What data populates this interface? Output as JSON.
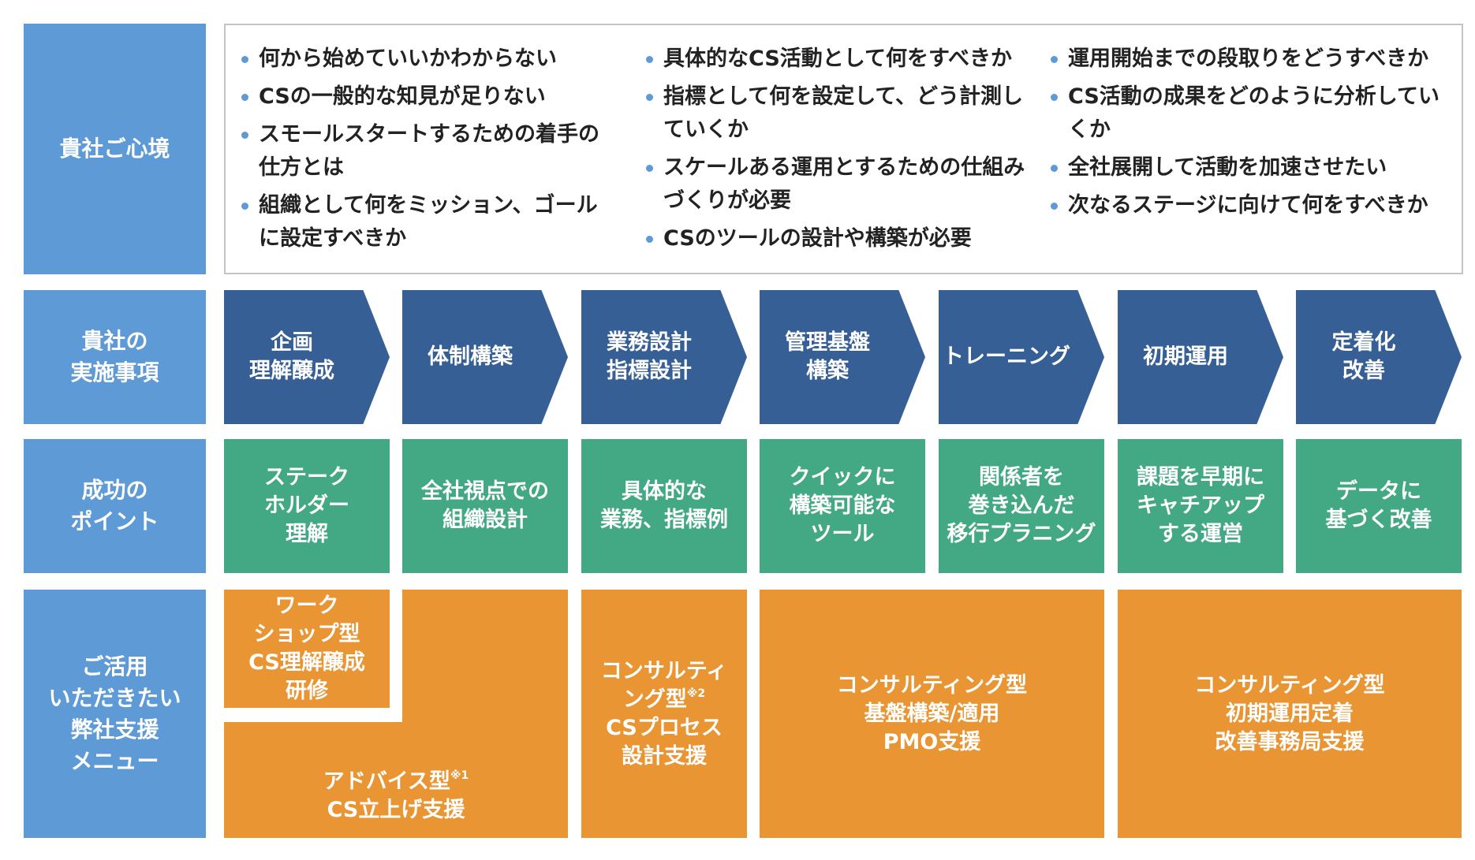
{
  "row_labels": {
    "concerns": "貴社ご心境",
    "activities": "貴社の\n実施事項",
    "success": "成功の\nポイント",
    "menu": "ご活用\nいただきたい\n弊社支援\nメニュー"
  },
  "concerns": {
    "col1": [
      "何から始めていいかわからない",
      "CSの一般的な知見が足りない",
      "スモールスタートするための着手の仕方とは",
      "組織として何をミッション、ゴールに設定すべきか"
    ],
    "col2": [
      "具体的なCS活動として何をすべきか",
      "指標として何を設定して、どう計測していくか",
      "スケールある運用とするための仕組みづくりが必要",
      "CSのツールの設計や構築が必要"
    ],
    "col3": [
      "運用開始までの段取りをどうすべきか",
      "CS活動の成果をどのように分析していくか",
      "全社展開して活動を加速させたい",
      "次なるステージに向けて何をすべきか"
    ]
  },
  "steps": [
    "企画\n理解醸成",
    "体制構築",
    "業務設計\n指標設計",
    "管理基盤\n構築",
    "トレーニング",
    "初期運用",
    "定着化\n改善"
  ],
  "success_points": [
    "ステーク\nホルダー\n理解",
    "全社視点での\n組織設計",
    "具体的な\n業務、指標例",
    "クイックに\n構築可能な\nツール",
    "関係者を\n巻き込んだ\n移行プラニング",
    "課題を早期に\nキャチアップ\nする運営",
    "データに\n基づく改善"
  ],
  "menu": {
    "workshop": "ワーク\nショップ型\nCS理解醸成\n研修",
    "advice": "アドバイス型",
    "advice_note": "※1",
    "advice_sub": "CS立上げ支援",
    "consult_process_a": "コンサルティ\nング型",
    "consult_process_note": "※2",
    "consult_process_b": "CSプロセス\n設計支援",
    "consult_platform": "コンサルティング型\n基盤構築/適用\nPMO支援",
    "consult_operation": "コンサルティング型\n初期運用定着\n改善事務局支援"
  },
  "colors": {
    "label_blue": "#5e9ad6",
    "step_navy": "#365f96",
    "success_green": "#43a884",
    "menu_orange": "#e99533"
  }
}
